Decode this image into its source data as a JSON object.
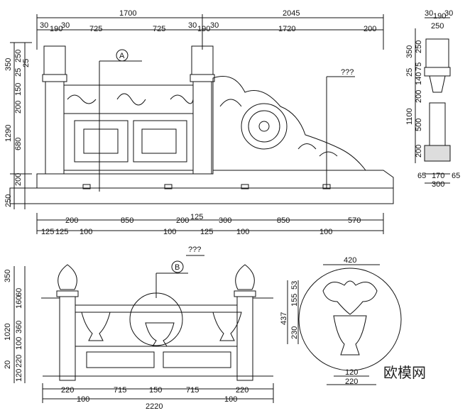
{
  "top_elevation": {
    "top_dims_row1": [
      "1700",
      "2045"
    ],
    "top_dims_row2": [
      "30",
      "190",
      "30",
      "725",
      "725",
      "30",
      "190",
      "30",
      "1720",
      "200"
    ],
    "left_dims": [
      "350",
      "250",
      "25",
      "25",
      "150",
      "200",
      "680",
      "1290",
      "200",
      "250"
    ],
    "bottom_dims_row1": [
      "200",
      "200",
      "125",
      "300",
      "850",
      "850"
    ],
    "bottom_dims_row2": [
      "125",
      "125",
      "100",
      "100",
      "125",
      "100",
      "100",
      "570"
    ],
    "callout_a": "A",
    "unknown_label": "???"
  },
  "section": {
    "top_dims": [
      "30",
      "190",
      "30",
      "250"
    ],
    "right_dims": [
      "350",
      "250",
      "75",
      "25",
      "140",
      "200",
      "1100",
      "500",
      "200"
    ],
    "bottom_dims": [
      "65",
      "170",
      "65",
      "300"
    ]
  },
  "bottom_elevation": {
    "title": "???",
    "callout_b": "B",
    "left_dims": [
      "350",
      "60",
      "160",
      "1020",
      "360",
      "100",
      "220",
      "20",
      "120"
    ],
    "bottom_dims_row1": [
      "220",
      "715",
      "150",
      "715",
      "220"
    ],
    "bottom_dims_row2": [
      "100",
      "2220",
      "100"
    ]
  },
  "detail_b": {
    "top_dim": "420",
    "left_dims": [
      "53",
      "155",
      "437",
      "230"
    ],
    "bottom_dims": [
      "120",
      "220"
    ]
  },
  "watermark": "欧模网"
}
